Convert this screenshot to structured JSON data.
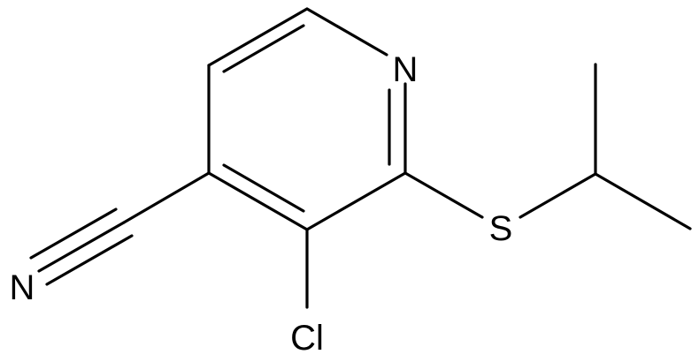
{
  "molecule": {
    "atoms": {
      "ring_nitrogen": "N",
      "sulfur": "S",
      "chlorine": "Cl",
      "nitrile_nitrogen": "N"
    },
    "colors": {
      "bond": "#000000",
      "label": "#000000",
      "background": "#ffffff"
    }
  }
}
